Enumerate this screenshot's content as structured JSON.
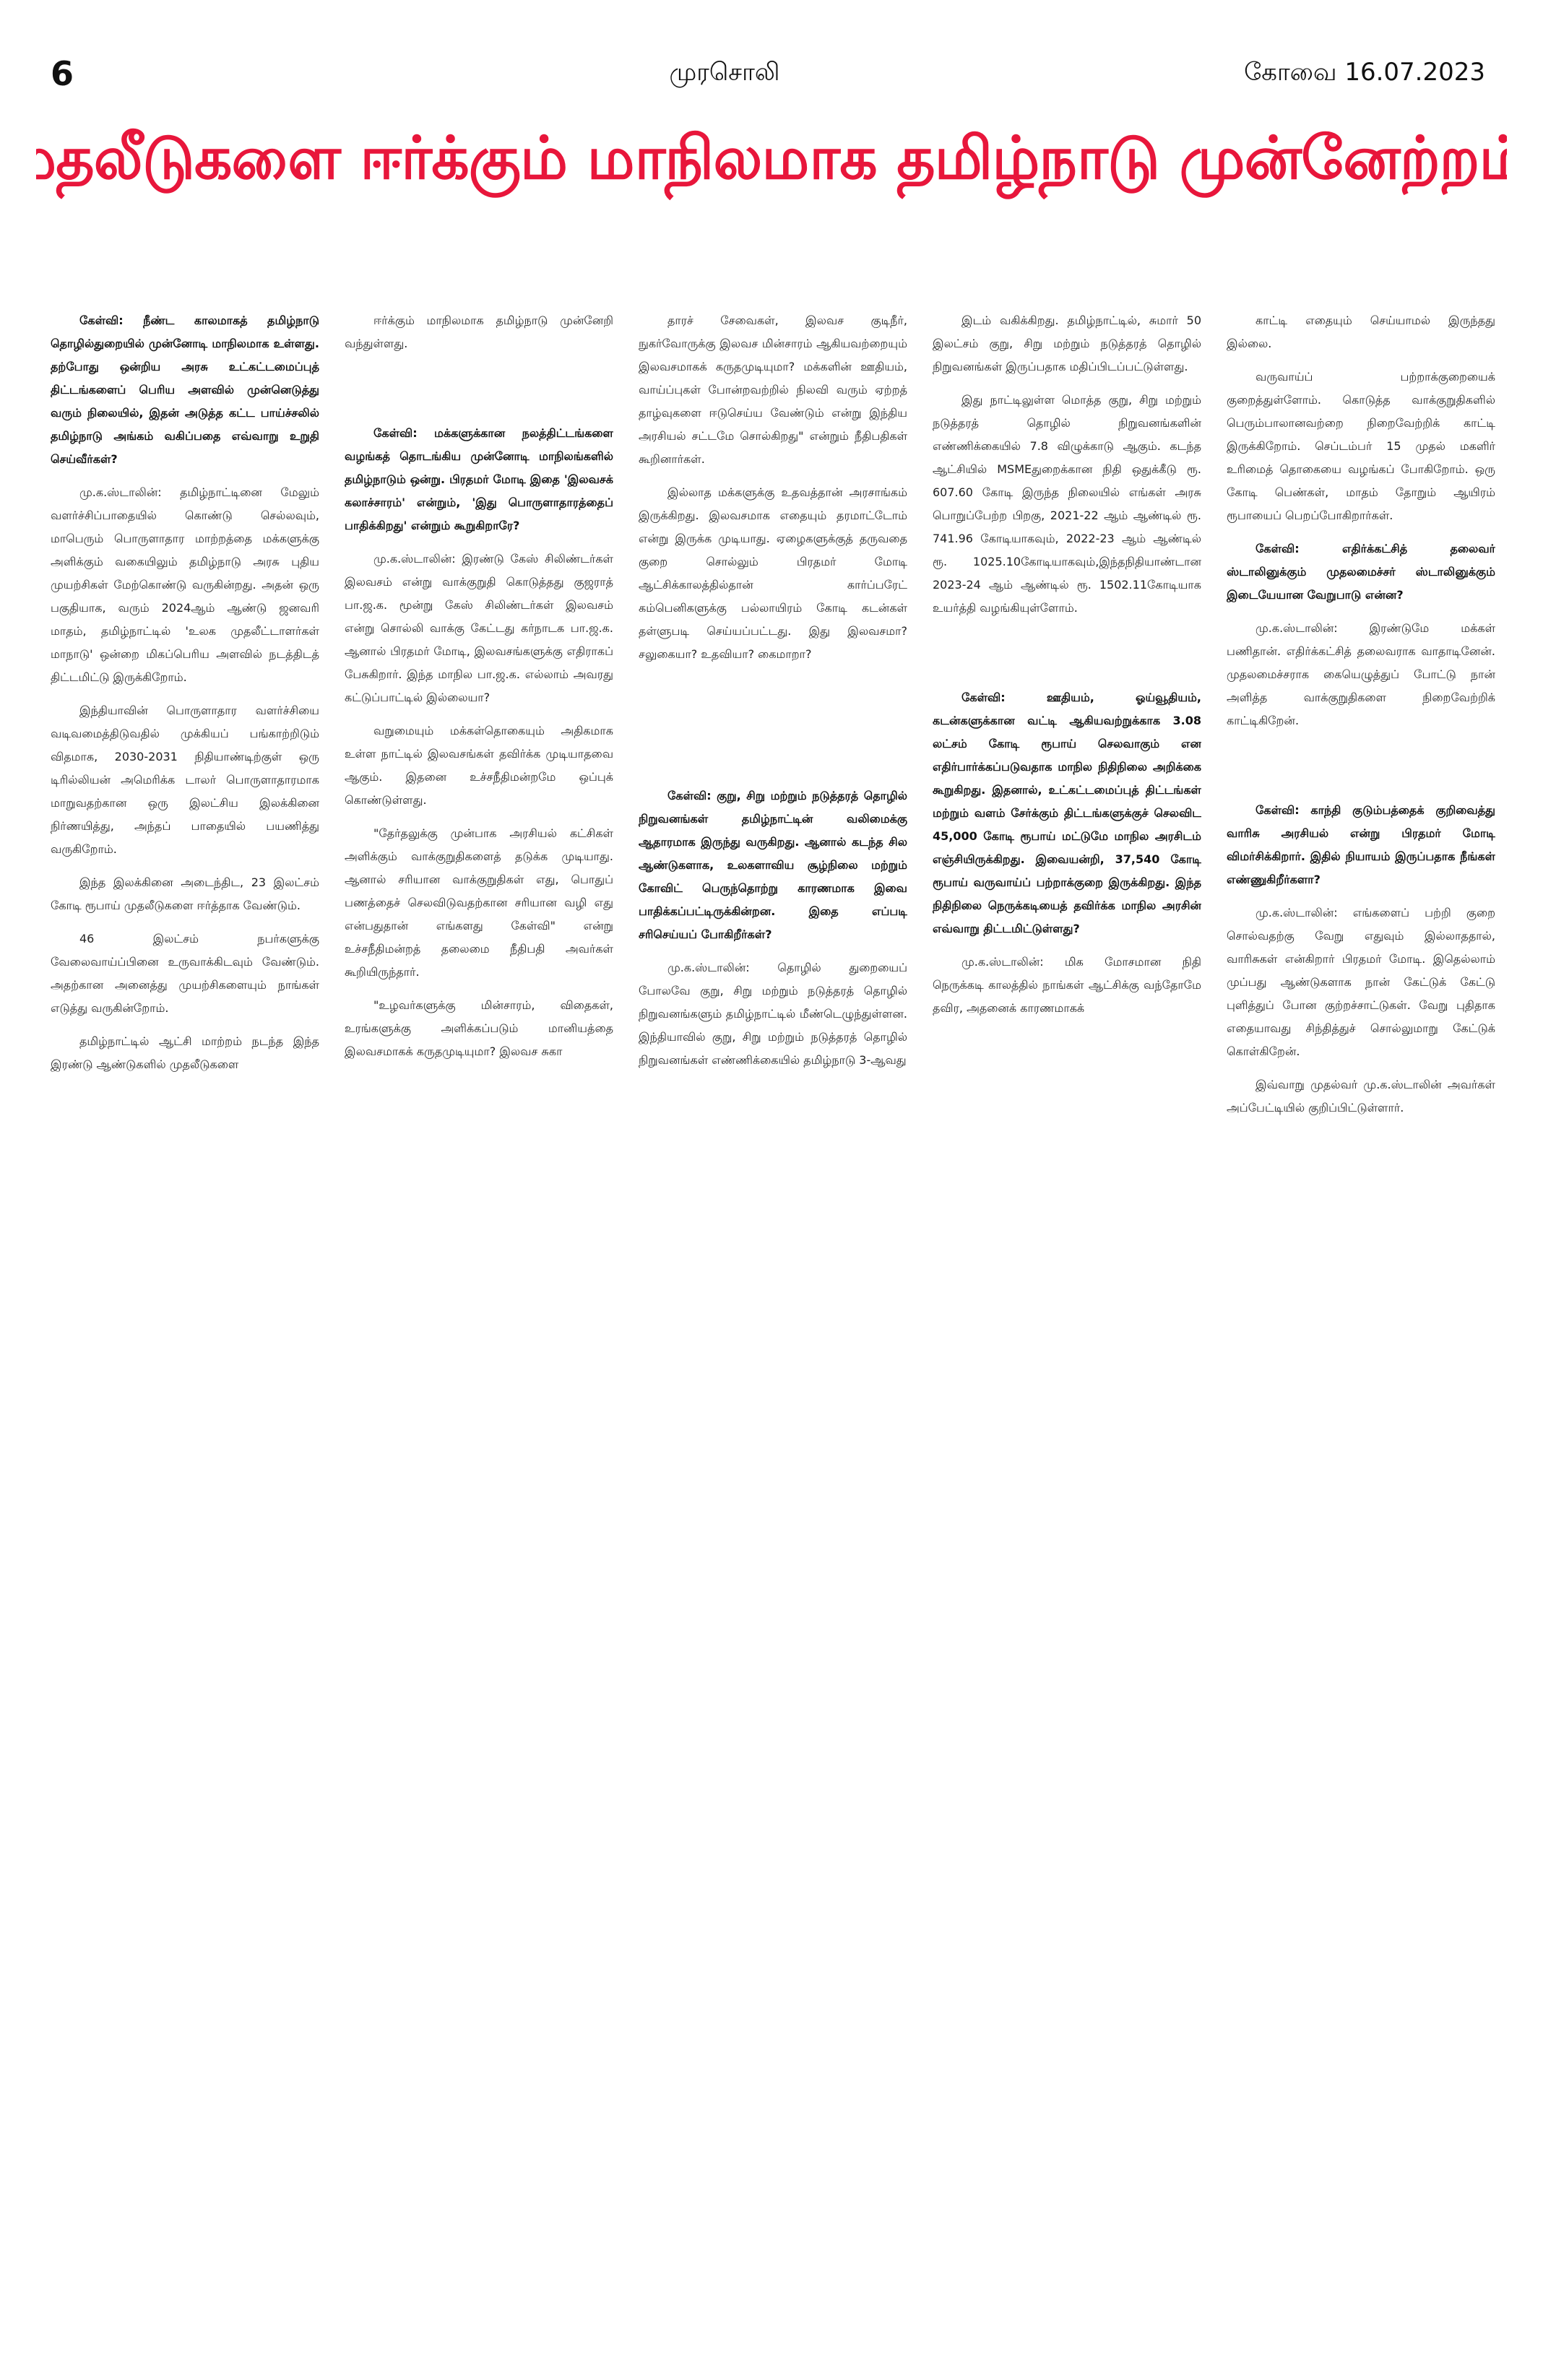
{
  "header": {
    "page_number": "6",
    "paper_name": "முரசொலி",
    "dateline": "கோவை 16.07.2023"
  },
  "headline": "முதலீடுகளை ஈர்க்கும் மாநிலமாக தமிழ்நாடு முன்னேற்றம்!",
  "col1": [
    "கேள்வி: நீண்ட காலமாகத் தமிழ்நாடு தொழில்துறையில் முன்னோடி மாநிலமாக உள்ளது. தற்போது ஒன்றிய அரசு உட்கட்டமைப்புத் திட்டங்களைப் பெரிய அளவில் முன்னெடுத்து வரும் நிலையில், இதன் அடுத்த கட்ட பாய்ச்சலில் தமிழ்நாடு அங்கம் வகிப்பதை எவ்வாறு உறுதி செய்வீர்கள்?",
    "மு.க.ஸ்டாலின்: தமிழ்நாட்டினை மேலும் வளர்ச்சிப்பாதையில் கொண்டு செல்லவும், மாபெரும் பொருளாதார மாற்றத்தை மக்களுக்கு அளிக்கும் வகையிலும் தமிழ்நாடு அரசு புதிய முயற்சிகள் மேற்கொண்டு வருகின்றது. அதன் ஒரு பகுதியாக, வரும் 2024ஆம் ஆண்டு ஜனவரி மாதம், தமிழ்நாட்டில் 'உலக முதலீட்டாளர்கள் மாநாடு' ஒன்றை மிகப்பெரிய அளவில் நடத்திடத் திட்டமிட்டு இருக்கிறோம்.",
    "இந்தியாவின் பொருளாதார வளர்ச்சியை வடிவமைத்திடுவதில் முக்கியப் பங்காற்றிடும் விதமாக, 2030-2031 நிதியாண்டிற்குள் ஒரு டிரில்லியன் அமெரிக்க டாலர் பொருளாதாரமாக மாறுவதற்கான ஒரு இலட்சிய இலக்கினை நிர்ணயித்து, அந்தப் பாதையில் பயணித்து வருகிறோம்.",
    "இந்த இலக்கினை அடைந்திட, 23 இலட்சம் கோடி ரூபாய் முதலீடுகளை ஈர்த்தாக வேண்டும்.",
    "46 இலட்சம் நபர்களுக்கு வேலைவாய்ப்பினை உருவாக்கிடவும் வேண்டும். அதற்கான அனைத்து முயற்சிகளையும் நாங்கள் எடுத்து வருகின்றோம்.",
    "தமிழ்நாட்டில் ஆட்சி மாற்றம் நடந்த இந்த இரண்டு ஆண்டுகளில் முதலீடுகளை"
  ],
  "col2": [
    "ஈர்க்கும் மாநிலமாக தமிழ்நாடு முன்னேறி வந்துள்ளது.",
    "கேள்வி: மக்களுக்கான நலத்திட்டங்களை வழங்கத் தொடங்கிய முன்னோடி மாநிலங்களில் தமிழ்நாடும் ஒன்று. பிரதமர் மோடி இதை 'இலவசக் கலாச்சாரம்' என்றும், 'இது பொருளாதாரத்தைப் பாதிக்கிறது' என்றும் கூறுகிறாரே?",
    "மு.க.ஸ்டாலின்: இரண்டு கேஸ் சிலிண்டர்கள் இலவசம் என்று வாக்குறுதி கொடுத்தது குஜராத் பா.ஜ.க. மூன்று கேஸ் சிலிண்டர்கள் இலவசம் என்று சொல்லி வாக்கு கேட்டது கர்நாடக பா.ஜ.க. ஆனால் பிரதமர் மோடி, இலவசங்களுக்கு எதிராகப் பேசுகிறார். இந்த மாநில பா.ஜ.க. எல்லாம் அவரது கட்டுப்பாட்டில் இல்லையா?",
    "வறுமையும் மக்கள்தொகையும் அதிகமாக உள்ள நாட்டில் இலவசங்கள் தவிர்க்க முடியாதவை ஆகும். இதனை உச்சநீதிமன்றமே ஒப்புக் கொண்டுள்ளது.",
    "\"தேர்தலுக்கு முன்பாக அரசியல் கட்சிகள் அளிக்கும் வாக்குறுதிகளைத் தடுக்க முடியாது. ஆனால் சரியான வாக்குறுதிகள் எது, பொதுப் பணத்தைச் செலவிடுவதற்கான சரியான வழி எது என்பதுதான் எங்களது கேள்வி\" என்று உச்சநீதிமன்றத் தலைமை நீதிபதி அவர்கள் கூறியிருந்தார்.",
    "\"உழவர்களுக்கு மின்சாரம், விதைகள், உரங்களுக்கு அளிக்கப்படும் மானியத்தை இலவசமாகக் கருதமுடியுமா? இலவச சுகா"
  ],
  "col3": [
    "தாரச் சேவைகள், இலவச குடிநீர், நுகர்வோருக்கு இலவச மின்சாரம் ஆகியவற்றையும் இலவசமாகக் கருதமுடியுமா? மக்களின் ஊதியம், வாய்ப்புகள் போன்றவற்றில் நிலவி வரும் ஏற்றத் தாழ்வுகளை ஈடுசெய்ய வேண்டும் என்று இந்திய அரசியல் சட்டமே சொல்கிறது\" என்றும் நீதிபதிகள் கூறினார்கள்.",
    "இல்லாத மக்களுக்கு உதவத்தான் அரசாங்கம் இருக்கிறது. இலவசமாக எதையும் தரமாட்டோம் என்று இருக்க முடியாது. ஏழைகளுக்குத் தருவதை குறை சொல்லும் பிரதமர் மோடி ஆட்சிக்காலத்தில்தான் கார்ப்பரேட் கம்பெனிகளுக்கு பல்லாயிரம் கோடி கடன்கள் தள்ளுபடி செய்யப்பட்டது. இது இலவசமா? சலுகையா? உதவியா? கைமாறா?",
    "கேள்வி: குறு, சிறு மற்றும் நடுத்தரத் தொழில் நிறுவனங்கள் தமிழ்நாட்டின் வலிமைக்கு ஆதாரமாக இருந்து வருகிறது. ஆனால் கடந்த சில ஆண்டுகளாக, உலகளாவிய சூழ்நிலை மற்றும் கோவிட் பெருந்தொற்று காரணமாக இவை பாதிக்கப்பட்டிருக்கின்றன. இதை எப்படி சரிசெய்யப் போகிறீர்கள்?",
    "மு.க.ஸ்டாலின்: தொழில் துறையைப் போலவே குறு, சிறு மற்றும் நடுத்தரத் தொழில் நிறுவனங்களும் தமிழ்நாட்டில் மீண்டெழுந்துள்ளன. இந்தியாவில் குறு, சிறு மற்றும் நடுத்தரத் தொழில் நிறுவனங்கள் எண்ணிக்கையில் தமிழ்நாடு 3-ஆவது"
  ],
  "col4": [
    "இடம் வகிக்கிறது. தமிழ்நாட்டில், சுமார் 50 இலட்சம் குறு, சிறு மற்றும் நடுத்தரத் தொழில் நிறுவனங்கள் இருப்பதாக மதிப்பிடப்பட்டுள்ளது.",
    "இது நாட்டிலுள்ள மொத்த குறு, சிறு மற்றும் நடுத்தரத் தொழில் நிறுவனங்களின் எண்ணிக்கையில் 7.8 விழுக்காடு ஆகும். கடந்த ஆட்சியில் MSMEதுறைக்கான நிதி ஒதுக்கீடு ரூ. 607.60 கோடி இருந்த நிலையில் எங்கள் அரசு பொறுப்பேற்ற பிறகு, 2021-22 ஆம் ஆண்டில் ரூ. 741.96 கோடியாகவும், 2022-23 ஆம் ஆண்டில் ரூ. 1025.10கோடியாகவும்,இந்தநிதியாண்டான 2023-24 ஆம் ஆண்டில் ரூ. 1502.11கோடியாக உயர்த்தி வழங்கியுள்ளோம்.",
    "கேள்வி: ஊதியம், ஓய்வூதியம், கடன்களுக்கான வட்டி ஆகியவற்றுக்காக 3.08 லட்சம் கோடி ரூபாய் செலவாகும் என எதிர்பார்க்கப்படுவதாக மாநில நிதிநிலை அறிக்கை கூறுகிறது. இதனால், உட்கட்டமைப்புத் திட்டங்கள் மற்றும் வளம் சேர்க்கும் திட்டங்களுக்குச் செலவிட 45,000 கோடி ரூபாய் மட்டுமே மாநில அரசிடம் எஞ்சியிருக்கிறது. இவையன்றி, 37,540 கோடி ரூபாய் வருவாய்ப் பற்றாக்குறை இருக்கிறது. இந்த நிதிநிலை நெருக்கடியைத் தவிர்க்க மாநில அரசின் எவ்வாறு திட்டமிட்டுள்ளது?",
    "மு.க.ஸ்டாலின்: மிக மோசமான நிதி நெருக்கடி காலத்தில் நாங்கள் ஆட்சிக்கு வந்தோமே தவிர, அதனைக் காரணமாகக்"
  ],
  "col5": [
    "காட்டி எதையும் செய்யாமல் இருந்தது இல்லை.",
    "வருவாய்ப் பற்றாக்குறையைக் குறைத்துள்ளோம். கொடுத்த வாக்குறுதிகளில் பெரும்பாலானவற்றை நிறைவேற்றிக் காட்டி இருக்கிறோம். செப்டம்பர் 15 முதல் மகளிர் உரிமைத் தொகையை வழங்கப் போகிறோம். ஒரு கோடி பெண்கள், மாதம் தோறும் ஆயிரம் ரூபாயைப் பெறப்போகிறார்கள்.",
    "கேள்வி: எதிர்க்கட்சித் தலைவர் ஸ்டாலினுக்கும் முதலமைச்சர் ஸ்டாலினுக்கும் இடையேயான வேறுபாடு என்ன?",
    "மு.க.ஸ்டாலின்: இரண்டுமே மக்கள் பணிதான். எதிர்க்கட்சித் தலைவராக வாதாடினேன். முதலமைச்சராக கையெழுத்துப் போட்டு நான் அளித்த வாக்குறுதிகளை நிறைவேற்றிக் காட்டிகிறேன்.",
    "கேள்வி: காந்தி குடும்பத்தைக் குறிவைத்து வாரிசு அரசியல் என்று பிரதமர் மோடி விமர்சிக்கிறார். இதில் நியாயம் இருப்பதாக நீங்கள் எண்ணுகிறீர்களா?",
    "மு.க.ஸ்டாலின்: எங்களைப் பற்றி குறை சொல்வதற்கு வேறு எதுவும் இல்லாததால், வாரிசுகள் என்கிறார் பிரதமர் மோடி. இதெல்லாம் முப்பது ஆண்டுகளாக நான் கேட்டுக் கேட்டு புளித்துப் போன குற்றச்சாட்டுகள். வேறு புதிதாக எதையாவது சிந்தித்துச் சொல்லுமாறு கேட்டுக் கொள்கிறேன்.",
    "இவ்வாறு முதல்வர் மு.க.ஸ்டாலின் அவர்கள் அப்பேட்டியில் குறிப்பிட்டுள்ளார்."
  ]
}
